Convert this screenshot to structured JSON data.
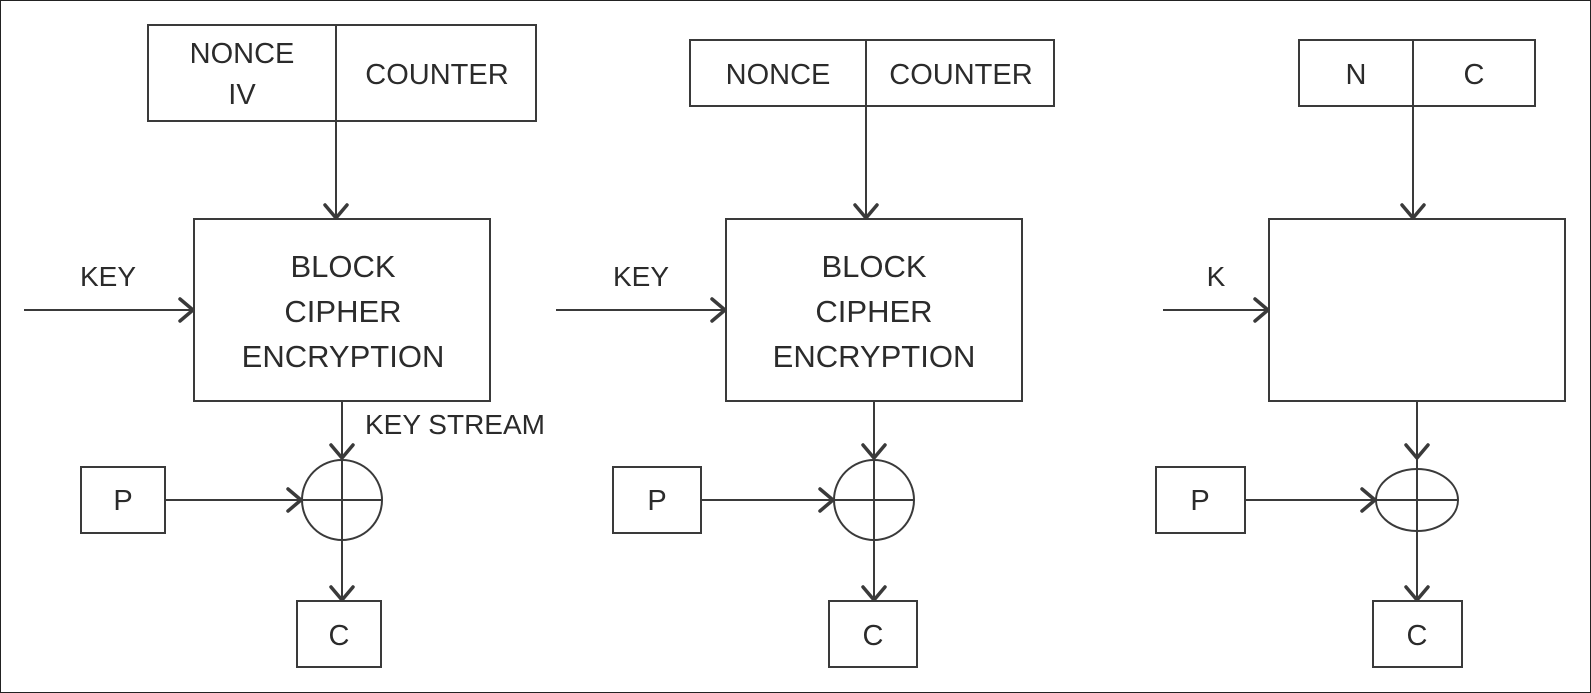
{
  "diagram": {
    "title": "Counter (CTR) mode block cipher encryption",
    "panels": [
      {
        "id": "panel-1",
        "nonce_label_line1": "NONCE",
        "nonce_label_line2": "IV",
        "counter_label": "COUNTER",
        "key_label": "KEY",
        "cipher_line1": "BLOCK",
        "cipher_line2": "CIPHER",
        "cipher_line3": "ENCRYPTION",
        "keystream_label": "KEY STREAM",
        "plaintext_label": "P",
        "ciphertext_label": "C"
      },
      {
        "id": "panel-2",
        "nonce_label_line1": "NONCE",
        "counter_label": "COUNTER",
        "key_label": "KEY",
        "cipher_line1": "BLOCK",
        "cipher_line2": "CIPHER",
        "cipher_line3": "ENCRYPTION",
        "plaintext_label": "P",
        "ciphertext_label": "C"
      },
      {
        "id": "panel-3",
        "nonce_label_line1": "N",
        "counter_label": "C",
        "key_label": "K",
        "plaintext_label": "P",
        "ciphertext_label": "C"
      }
    ],
    "operator": "xor"
  }
}
